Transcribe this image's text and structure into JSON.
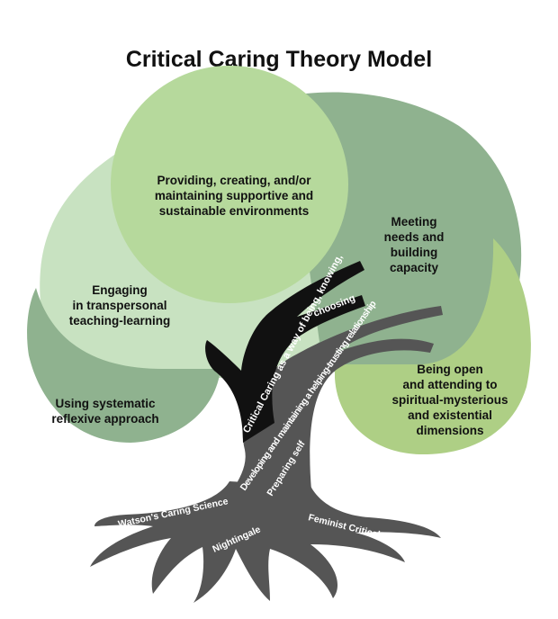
{
  "title": "Critical Caring Theory Model",
  "colors": {
    "dark_green": "#8fb28f",
    "mid_green": "#a9cda4",
    "pale_green": "#c8e2c1",
    "light_green": "#b6d99c",
    "lime_green": "#aecf85",
    "trunk_gray": "#555555",
    "branch_black": "#111111"
  },
  "regions": {
    "top": "Providing, creating, and/or\nmaintaining supportive and\nsustainable environments",
    "right_upper": "Meeting\nneeds and\nbuilding\ncapacity",
    "left_upper": "Engaging\nin transpersonal\nteaching-learning",
    "left_lower": "Using systematic\nreflexive approach",
    "right_lower": "Being open\nand attending to\nspiritual-mysterious\nand existential\ndimensions"
  },
  "branches": {
    "black_branch_line1": "Critical Caring as a way of being, knowing,",
    "black_branch_line2": "choosing",
    "gray_branch": "Developing and maintaining a helping-trusting relationship",
    "trunk": "Preparing self"
  },
  "roots": {
    "left": "Watson's Caring Science",
    "center": "Nightingale",
    "right": "Feminist Critical Theories"
  }
}
